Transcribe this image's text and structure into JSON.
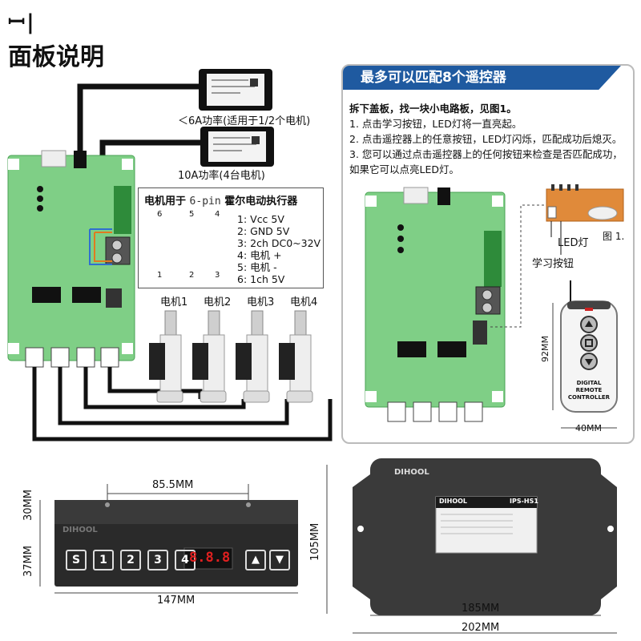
{
  "brand_mark": "ꟷ|",
  "title": "面板说明",
  "power_label_6a": "＜6A功率(适用于1/2个电机)",
  "power_label_10a": "10A功率(4台电机)",
  "pin_title_prefix": "电机用于",
  "pin_title_code": "6-pin",
  "pin_title_suffix": "霍尔电动执行器",
  "pins": [
    "1: Vcc 5V",
    "2: GND 5V",
    "3: 2ch  DC0~32V",
    "4: 电机 +",
    "5: 电机 -",
    "6: 1ch 5V"
  ],
  "pin_numbers_top": [
    "6",
    "5",
    "4"
  ],
  "pin_numbers_bottom": [
    "1",
    "2",
    "3"
  ],
  "motors": [
    "电机1",
    "电机2",
    "电机3",
    "电机4"
  ],
  "right_panel": {
    "header": "最多可以匹配8个遥控器",
    "line0": "拆下盖板，找一块小电路板，见图1。",
    "line1": "1. 点击学习按钮，LED灯将一直亮起。",
    "line2": "2. 点击遥控器上的任意按钮，LED灯闪烁，匹配成功后熄灭。",
    "line3": "3. 您可以通过点击遥控器上的任何按钮来检查是否匹配成功，如果它可以点亮LED灯。",
    "led_label": "LED灯",
    "fig_label": "图 1.",
    "learn_label": "学习按钮",
    "remote_text": "DIGITAL REMOTE CONTROLLER",
    "remote_height": "92MM",
    "remote_width": "40MM"
  },
  "handset": {
    "brand": "DIHOOL",
    "buttons": [
      "S",
      "1",
      "2",
      "3",
      "4"
    ],
    "display": "8.8.8",
    "dim_top": "85.5MM",
    "dim_height_a": "30MM",
    "dim_height_b": "37MM",
    "dim_width": "147MM"
  },
  "control_box": {
    "brand": "DIHOOL",
    "label_brand": "DIHOOL",
    "model": "IPS-HS1",
    "dim_height": "105MM",
    "dim_inner": "185MM",
    "dim_outer": "202MM"
  },
  "colors": {
    "board": "#7fcf86",
    "header": "#1f5aa0",
    "remote_accent": "#cc2222",
    "display": "#e02020"
  }
}
